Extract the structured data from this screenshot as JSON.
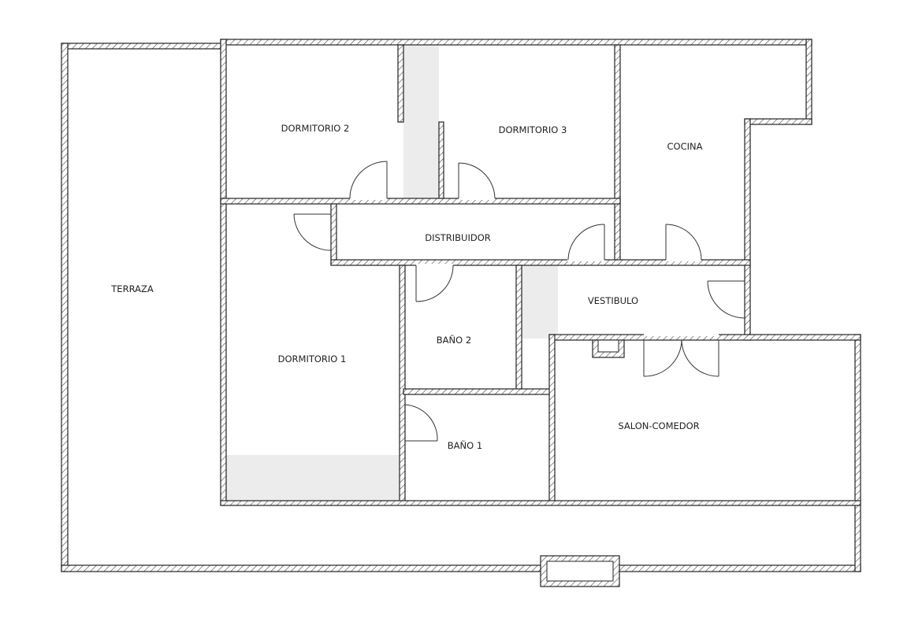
{
  "plan": {
    "rooms": {
      "terraza": "TERRAZA",
      "dormitorio_2": "DORMITORIO 2",
      "dormitorio_3": "DORMITORIO 3",
      "cocina": "COCINA",
      "distribuidor": "DISTRIBUIDOR",
      "dormitorio_1": "DORMITORIO 1",
      "bano_2": "BAÑO 2",
      "vestibulo": "VESTIBULO",
      "bano_1": "BAÑO 1",
      "salon_comedor": "SALON-COMEDOR"
    },
    "colors": {
      "wall": "#222222",
      "shaded_area": "#ececec"
    }
  }
}
